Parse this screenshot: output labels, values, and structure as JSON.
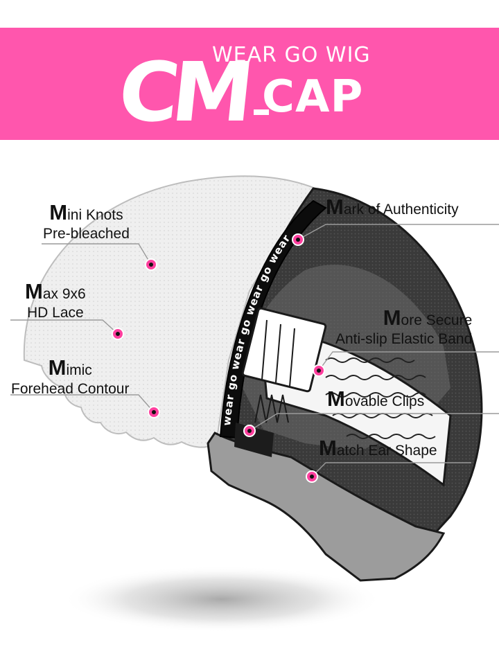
{
  "brand": {
    "logo_main": "CM",
    "logo_cap": "CAP",
    "logo_tagline": "WEAR GO WIG",
    "banner_color": "#ff56ad"
  },
  "features": [
    {
      "initial": "M",
      "line1_rest": "ini Knots",
      "line2": "Pre-bleached"
    },
    {
      "initial": "M",
      "line1_rest": "ax 9x6",
      "line2": "HD Lace"
    },
    {
      "initial": "M",
      "line1_rest": "imic",
      "line2": "Forehead Contour"
    },
    {
      "initial": "M",
      "line1_rest": "ark of Authenticity",
      "line2": ""
    },
    {
      "initial": "M",
      "line1_rest": "ore Secure",
      "line2": "Anti-slip Elastic Band"
    },
    {
      "initial": "M",
      "line1_rest": "ovable Clips",
      "line2": ""
    },
    {
      "initial": "M",
      "line1_rest": "atch Ear Shape",
      "line2": ""
    }
  ],
  "band_text": "wear go wear go wear go wear",
  "marker_color": "#ff3f9e"
}
